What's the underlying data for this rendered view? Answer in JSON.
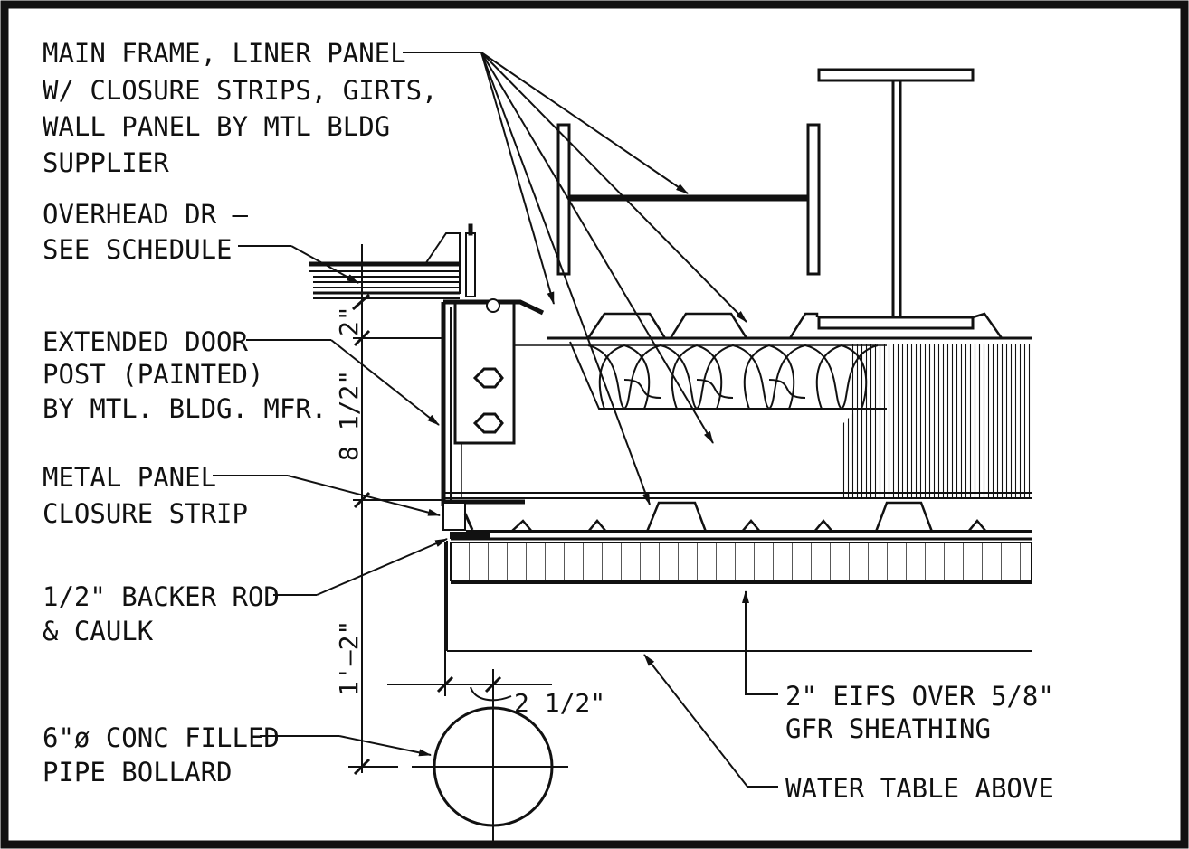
{
  "notes": {
    "main_frame": [
      "MAIN FRAME,  LINER PANEL",
      "W/ CLOSURE STRIPS, GIRTS,",
      "WALL PANEL BY MTL BLDG",
      "SUPPLIER"
    ],
    "overhead_door": [
      "OVERHEAD DR –",
      "SEE SCHEDULE"
    ],
    "door_post": [
      "EXTENDED DOOR",
      "POST (PAINTED)",
      "BY MTL. BLDG. MFR."
    ],
    "closure_strip": [
      "METAL PANEL",
      "CLOSURE STRIP"
    ],
    "backer_rod": [
      "1/2\" BACKER ROD",
      "& CAULK"
    ],
    "bollard": [
      "6\"ø CONC FILLED",
      "PIPE BOLLARD"
    ],
    "eifs": [
      "2\" EIFS OVER 5/8\"",
      "GFR SHEATHING"
    ],
    "water_table": [
      "WATER TABLE ABOVE"
    ]
  },
  "dimensions": {
    "upper": "2\"",
    "middle": "8 1/2\"",
    "lower": "1'–2\"",
    "offset": "2 1/2\""
  },
  "colors": {
    "linework": "#111111",
    "background": "#ffffff"
  }
}
